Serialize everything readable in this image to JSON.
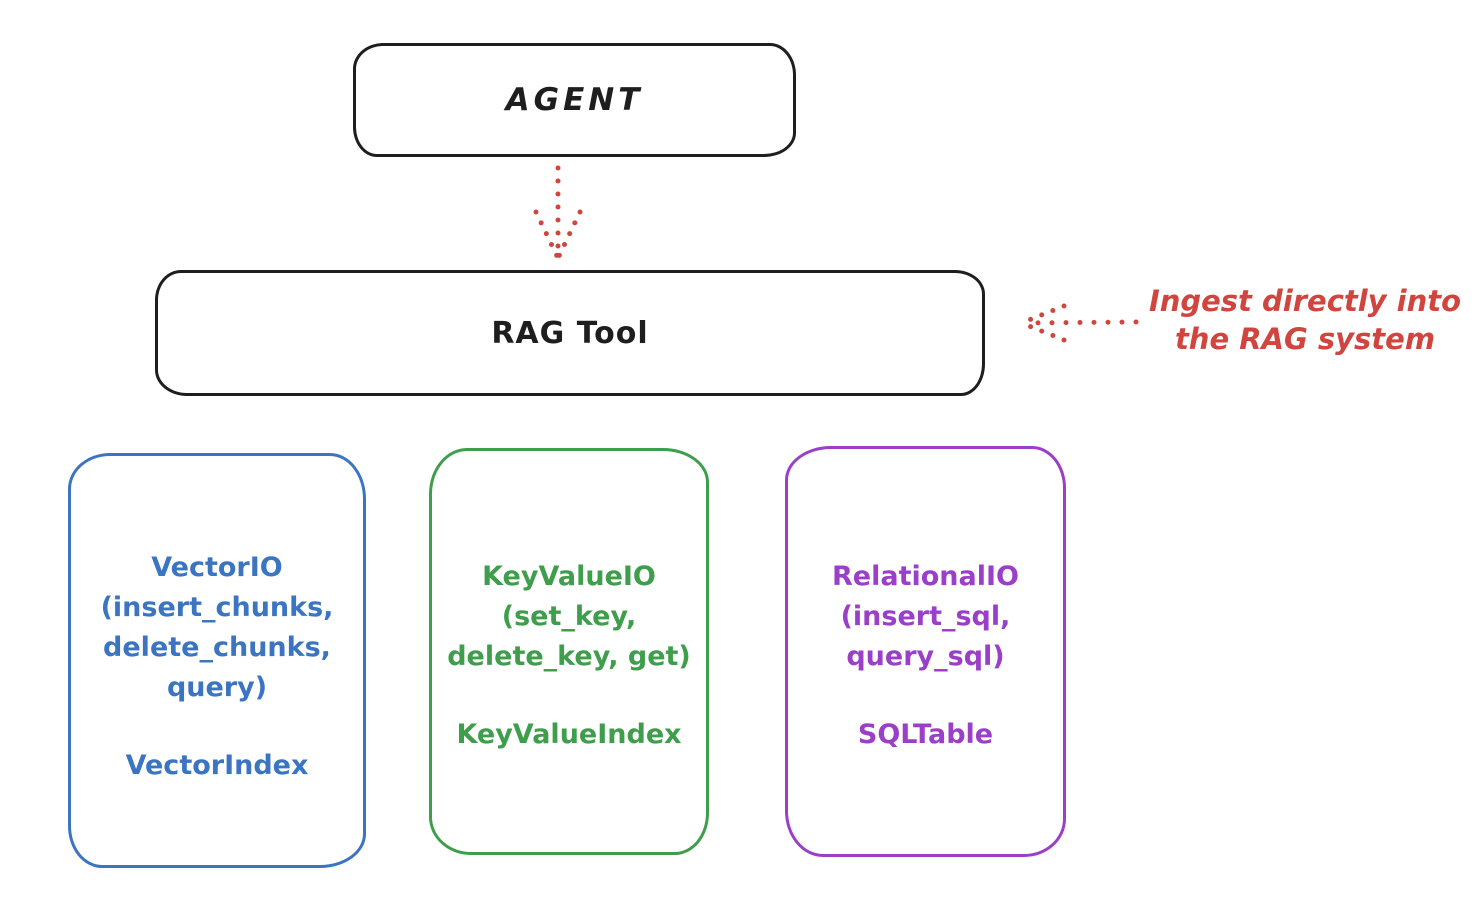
{
  "colors": {
    "ink": "#1e1e1e",
    "red": "#d0453e",
    "blue": "#3b75c2",
    "green": "#3f9e4b",
    "purple": "#9b3fc8"
  },
  "agent_box": {
    "label": "AGENT"
  },
  "rag_tool_box": {
    "label": "RAG Tool"
  },
  "annotation": {
    "line1": "Ingest directly into",
    "line2": "the RAG system"
  },
  "io_boxes": [
    {
      "id": "vector-io",
      "color": "#3b75c2",
      "title_lines": [
        "VectorIO",
        "(insert_chunks,",
        "delete_chunks,",
        "query)"
      ],
      "index_label": "VectorIndex"
    },
    {
      "id": "keyvalue-io",
      "color": "#3f9e4b",
      "title_lines": [
        "KeyValueIO",
        "(set_key,",
        "delete_key, get)"
      ],
      "index_label": "KeyValueIndex"
    },
    {
      "id": "relational-io",
      "color": "#9b3fc8",
      "title_lines": [
        "RelationalIO",
        "(insert_sql,",
        "query_sql)"
      ],
      "index_label": "SQLTable"
    }
  ],
  "arrows": [
    {
      "name": "agent-to-rag-tool-arrow",
      "style": "dotted",
      "color": "#d0453e",
      "direction": "down"
    },
    {
      "name": "annotation-to-rag-tool-arrow",
      "style": "dotted",
      "color": "#d0453e",
      "direction": "left"
    }
  ]
}
